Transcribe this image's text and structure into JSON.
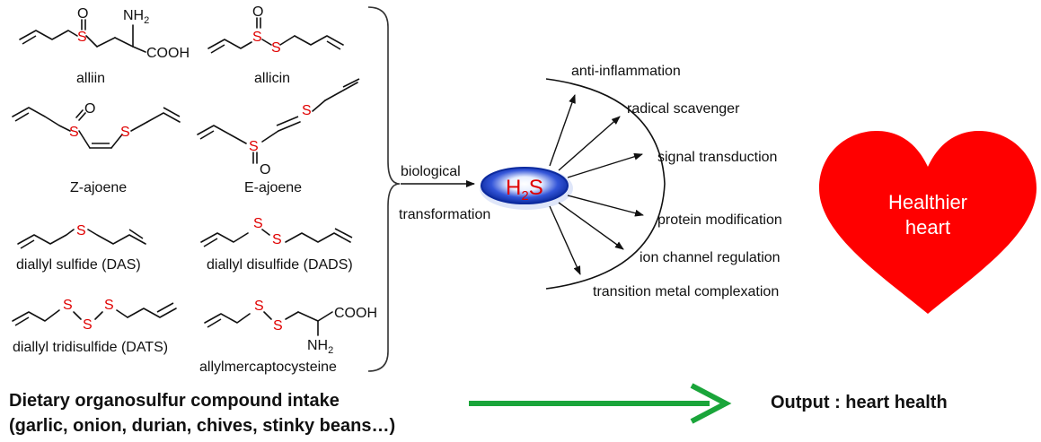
{
  "compounds": [
    {
      "id": "alliin",
      "name": "alliin"
    },
    {
      "id": "allicin",
      "name": "allicin"
    },
    {
      "id": "z-ajoene",
      "name": "Z-ajoene"
    },
    {
      "id": "e-ajoene",
      "name": "E-ajoene"
    },
    {
      "id": "das",
      "name": "diallyl sulfide (DAS)"
    },
    {
      "id": "dads",
      "name": "diallyl disulfide (DADS)"
    },
    {
      "id": "dats",
      "name": "diallyl tridisulfide (DATS)"
    },
    {
      "id": "amc",
      "name": "allylmercaptocysteine"
    }
  ],
  "atoms": {
    "sulfur": "S",
    "oxygen": "O",
    "amine": "NH",
    "amine_sub": "2",
    "acid": "COOH"
  },
  "transformation": {
    "line1": "biological",
    "line2": "transformation"
  },
  "h2s": {
    "h": "H",
    "sub": "2",
    "s": "S",
    "color": "#e00000",
    "ellipse_color": "#1a3fb8"
  },
  "effects": [
    "anti-inflammation",
    "radical scavenger",
    "signal transduction",
    "protein modification",
    "ion channel regulation",
    "transition metal complexation"
  ],
  "heart": {
    "line1": "Healthier",
    "line2": "heart",
    "color": "#ff0000"
  },
  "bottom": {
    "intake_line1": "Dietary organosulfur compound intake",
    "intake_line2": "(garlic, onion, durian, chives, stinky beans…)",
    "output": "Output : heart health",
    "arrow_color": "#1aa53a"
  }
}
